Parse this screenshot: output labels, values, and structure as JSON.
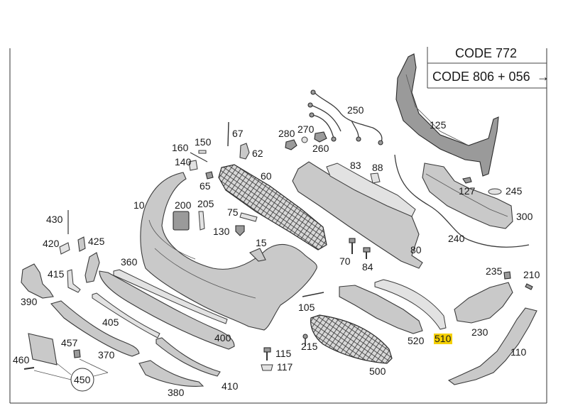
{
  "code_box": {
    "line1": "CODE 772",
    "line2": "CODE 806 + 056",
    "arrow": "→"
  },
  "highlight_color": "#f5d000",
  "parts": {
    "p10": "10",
    "p15": "15",
    "p60": "60",
    "p62": "62",
    "p65": "65",
    "p67": "67",
    "p70": "70",
    "p75": "75",
    "p80": "80",
    "p83": "83",
    "p84": "84",
    "p88": "88",
    "p105": "105",
    "p110": "110",
    "p115": "115",
    "p117": "117",
    "p125": "125",
    "p127": "127",
    "p130": "130",
    "p140": "140",
    "p150": "150",
    "p160": "160",
    "p200": "200",
    "p205": "205",
    "p210": "210",
    "p215": "215",
    "p230": "230",
    "p235": "235",
    "p240": "240",
    "p245": "245",
    "p250": "250",
    "p260": "260",
    "p270": "270",
    "p280": "280",
    "p300": "300",
    "p360": "360",
    "p370": "370",
    "p380": "380",
    "p390": "390",
    "p400": "400",
    "p405": "405",
    "p410": "410",
    "p415": "415",
    "p420": "420",
    "p425": "425",
    "p430": "430",
    "p450": "450",
    "p457": "457",
    "p460": "460",
    "p500": "500",
    "p510": "510",
    "p520": "520"
  }
}
